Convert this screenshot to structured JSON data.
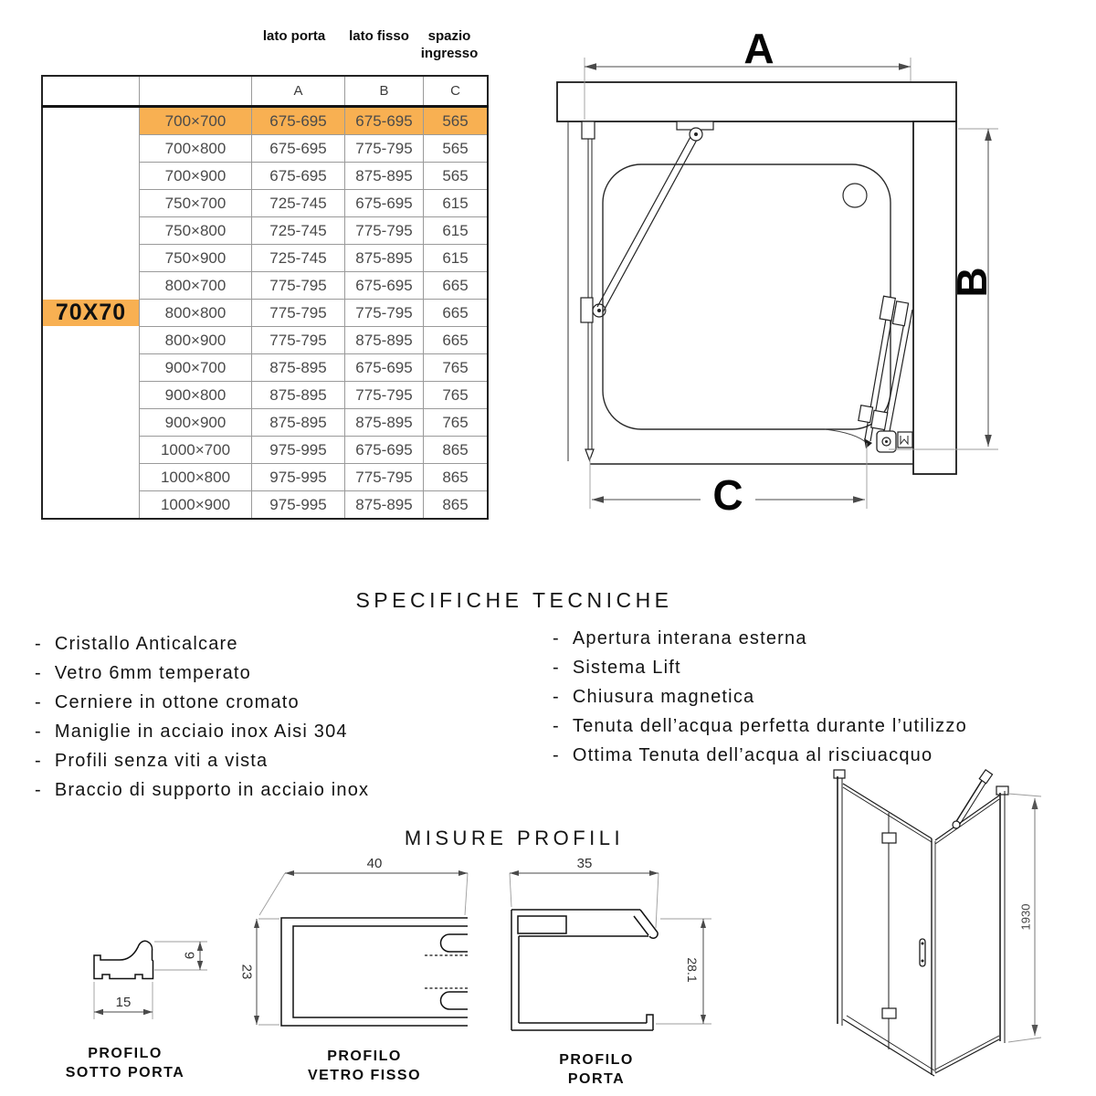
{
  "table": {
    "group_label": "70X70",
    "col_headers": [
      "lato porta",
      "lato fisso",
      "spazio ingresso"
    ],
    "sub_headers": [
      "A",
      "B",
      "C"
    ],
    "highlight_color": "#F8B052",
    "rows": [
      {
        "size": "700×700",
        "a": "675-695",
        "b": "675-695",
        "c": "565"
      },
      {
        "size": "700×800",
        "a": "675-695",
        "b": "775-795",
        "c": "565"
      },
      {
        "size": "700×900",
        "a": "675-695",
        "b": "875-895",
        "c": "565"
      },
      {
        "size": "750×700",
        "a": "725-745",
        "b": "675-695",
        "c": "615"
      },
      {
        "size": "750×800",
        "a": "725-745",
        "b": "775-795",
        "c": "615"
      },
      {
        "size": "750×900",
        "a": "725-745",
        "b": "875-895",
        "c": "615"
      },
      {
        "size": "800×700",
        "a": "775-795",
        "b": "675-695",
        "c": "665"
      },
      {
        "size": "800×800",
        "a": "775-795",
        "b": "775-795",
        "c": "665"
      },
      {
        "size": "800×900",
        "a": "775-795",
        "b": "875-895",
        "c": "665"
      },
      {
        "size": "900×700",
        "a": "875-895",
        "b": "675-695",
        "c": "765"
      },
      {
        "size": "900×800",
        "a": "875-895",
        "b": "775-795",
        "c": "765"
      },
      {
        "size": "900×900",
        "a": "875-895",
        "b": "875-895",
        "c": "765"
      },
      {
        "size": "1000×700",
        "a": "975-995",
        "b": "675-695",
        "c": "865"
      },
      {
        "size": "1000×800",
        "a": "975-995",
        "b": "775-795",
        "c": "865"
      },
      {
        "size": "1000×900",
        "a": "975-995",
        "b": "875-895",
        "c": "865"
      }
    ]
  },
  "top_view": {
    "dim_a": "A",
    "dim_b": "B",
    "dim_c": "C"
  },
  "specs": {
    "title": "SPECIFICHE TECNICHE",
    "left": [
      "Cristallo Anticalcare",
      "Vetro 6mm temperato",
      "Cerniere in ottone cromato",
      "Maniglie in acciaio inox Aisi 304",
      "Profili senza viti a vista",
      "Braccio di supporto in acciaio inox"
    ],
    "right": [
      "Apertura interana esterna",
      "Sistema Lift",
      "Chiusura magnetica",
      "Tenuta dell’acqua perfetta durante l’utilizzo",
      "Ottima Tenuta dell’acqua al risciuacquo"
    ]
  },
  "profiles": {
    "title": "MISURE PROFILI",
    "sotto_porta": {
      "label_line1": "PROFILO",
      "label_line2": "SOTTO PORTA",
      "width": "15",
      "height": "9"
    },
    "vetro_fisso": {
      "label_line1": "PROFILO",
      "label_line2": "VETRO FISSO",
      "width": "40",
      "height": "23"
    },
    "porta": {
      "label_line1": "PROFILO",
      "label_line2": "PORTA",
      "width": "35",
      "height": "28.1"
    },
    "enclosure_height": "1930"
  }
}
